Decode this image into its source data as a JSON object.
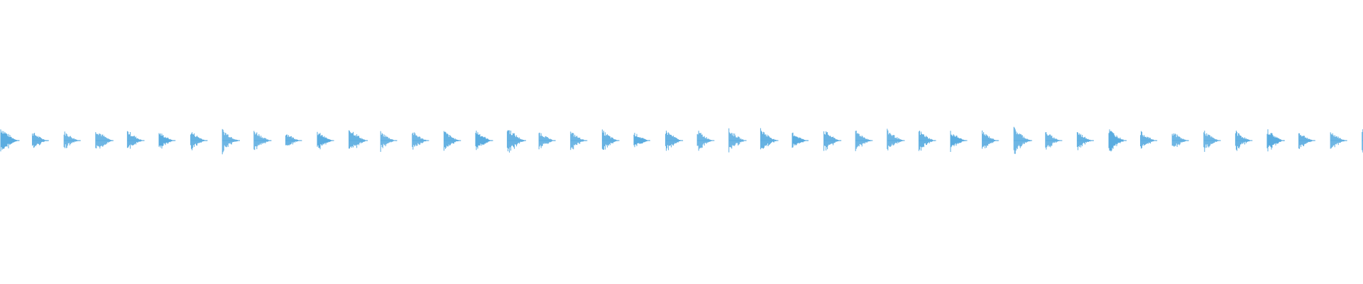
{
  "waveform": {
    "color": "#5aace0",
    "background": "#ffffff",
    "hit_count": 44,
    "hit_strengths": [
      1.0,
      0.55,
      0.6,
      0.85,
      0.7,
      0.55,
      0.65,
      0.8,
      0.75,
      0.5,
      0.6,
      1.0,
      0.55,
      0.6,
      0.65,
      0.75,
      1.0,
      0.6,
      0.6,
      0.7,
      0.5,
      0.75,
      0.7,
      0.8,
      0.85,
      0.5,
      0.75,
      0.7,
      0.75,
      0.7,
      0.6,
      0.6,
      0.95,
      0.6,
      0.6,
      0.85,
      0.6,
      0.6,
      0.65,
      0.65,
      0.8,
      0.55,
      0.6,
      0.85
    ]
  }
}
